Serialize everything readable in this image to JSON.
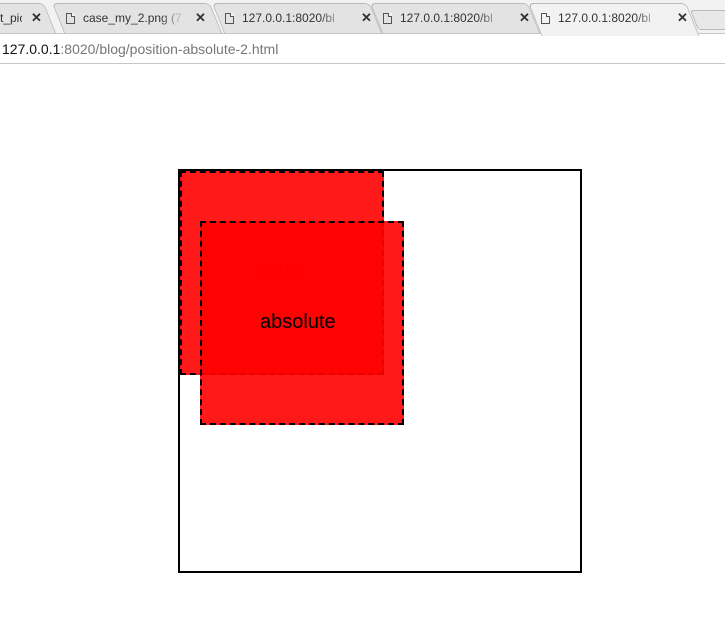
{
  "browser": {
    "tabs": [
      {
        "label": "t_pic",
        "active": false,
        "icon": "page-icon"
      },
      {
        "label": "case_my_2.png (7",
        "active": false,
        "icon": "page-icon"
      },
      {
        "label": "127.0.0.1:8020/bl",
        "active": false,
        "icon": "page-icon"
      },
      {
        "label": "127.0.0.1:8020/bl",
        "active": false,
        "icon": "page-icon"
      },
      {
        "label": "127.0.0.1:8020/bl",
        "active": true,
        "icon": "page-icon"
      }
    ],
    "close_glyph": "✕",
    "address": {
      "host": "127.0.0.1",
      "rest": ":8020/blog/position-absolute-2.html"
    }
  },
  "page": {
    "static_box_label": "static",
    "absolute_box_label": "absolute",
    "colors": {
      "box_fill": "#ff0000",
      "box_border": "#000000",
      "container_border": "#000000"
    }
  }
}
